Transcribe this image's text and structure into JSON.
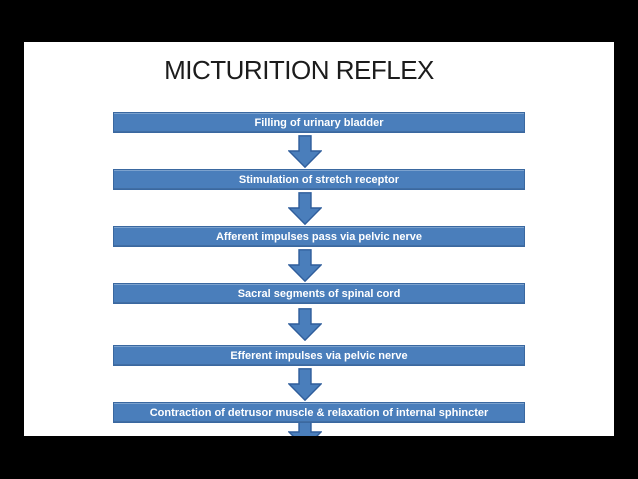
{
  "slide": {
    "title": "MICTURITION REFLEX",
    "steps": [
      {
        "label": "Filling of urinary bladder"
      },
      {
        "label": "Stimulation of  stretch receptor"
      },
      {
        "label": "Afferent impulses pass via pelvic nerve"
      },
      {
        "label": "Sacral segments of spinal cord"
      },
      {
        "label": "Efferent impulses via pelvic nerve"
      },
      {
        "label": "Contraction of detrusor muscle & relaxation of internal sphincter"
      }
    ]
  },
  "icons": {
    "down_arrow": "down-arrow-icon"
  },
  "colors": {
    "page_bg": "#000000",
    "slide_bg": "#ffffff",
    "title_text": "#1c1c1c",
    "bar_fill": "#4a7ebb",
    "bar_border": "#3a68a0",
    "step_text": "#ffffff",
    "arrow_fill": "#4a7ebb",
    "arrow_border": "#2f5d9b"
  }
}
